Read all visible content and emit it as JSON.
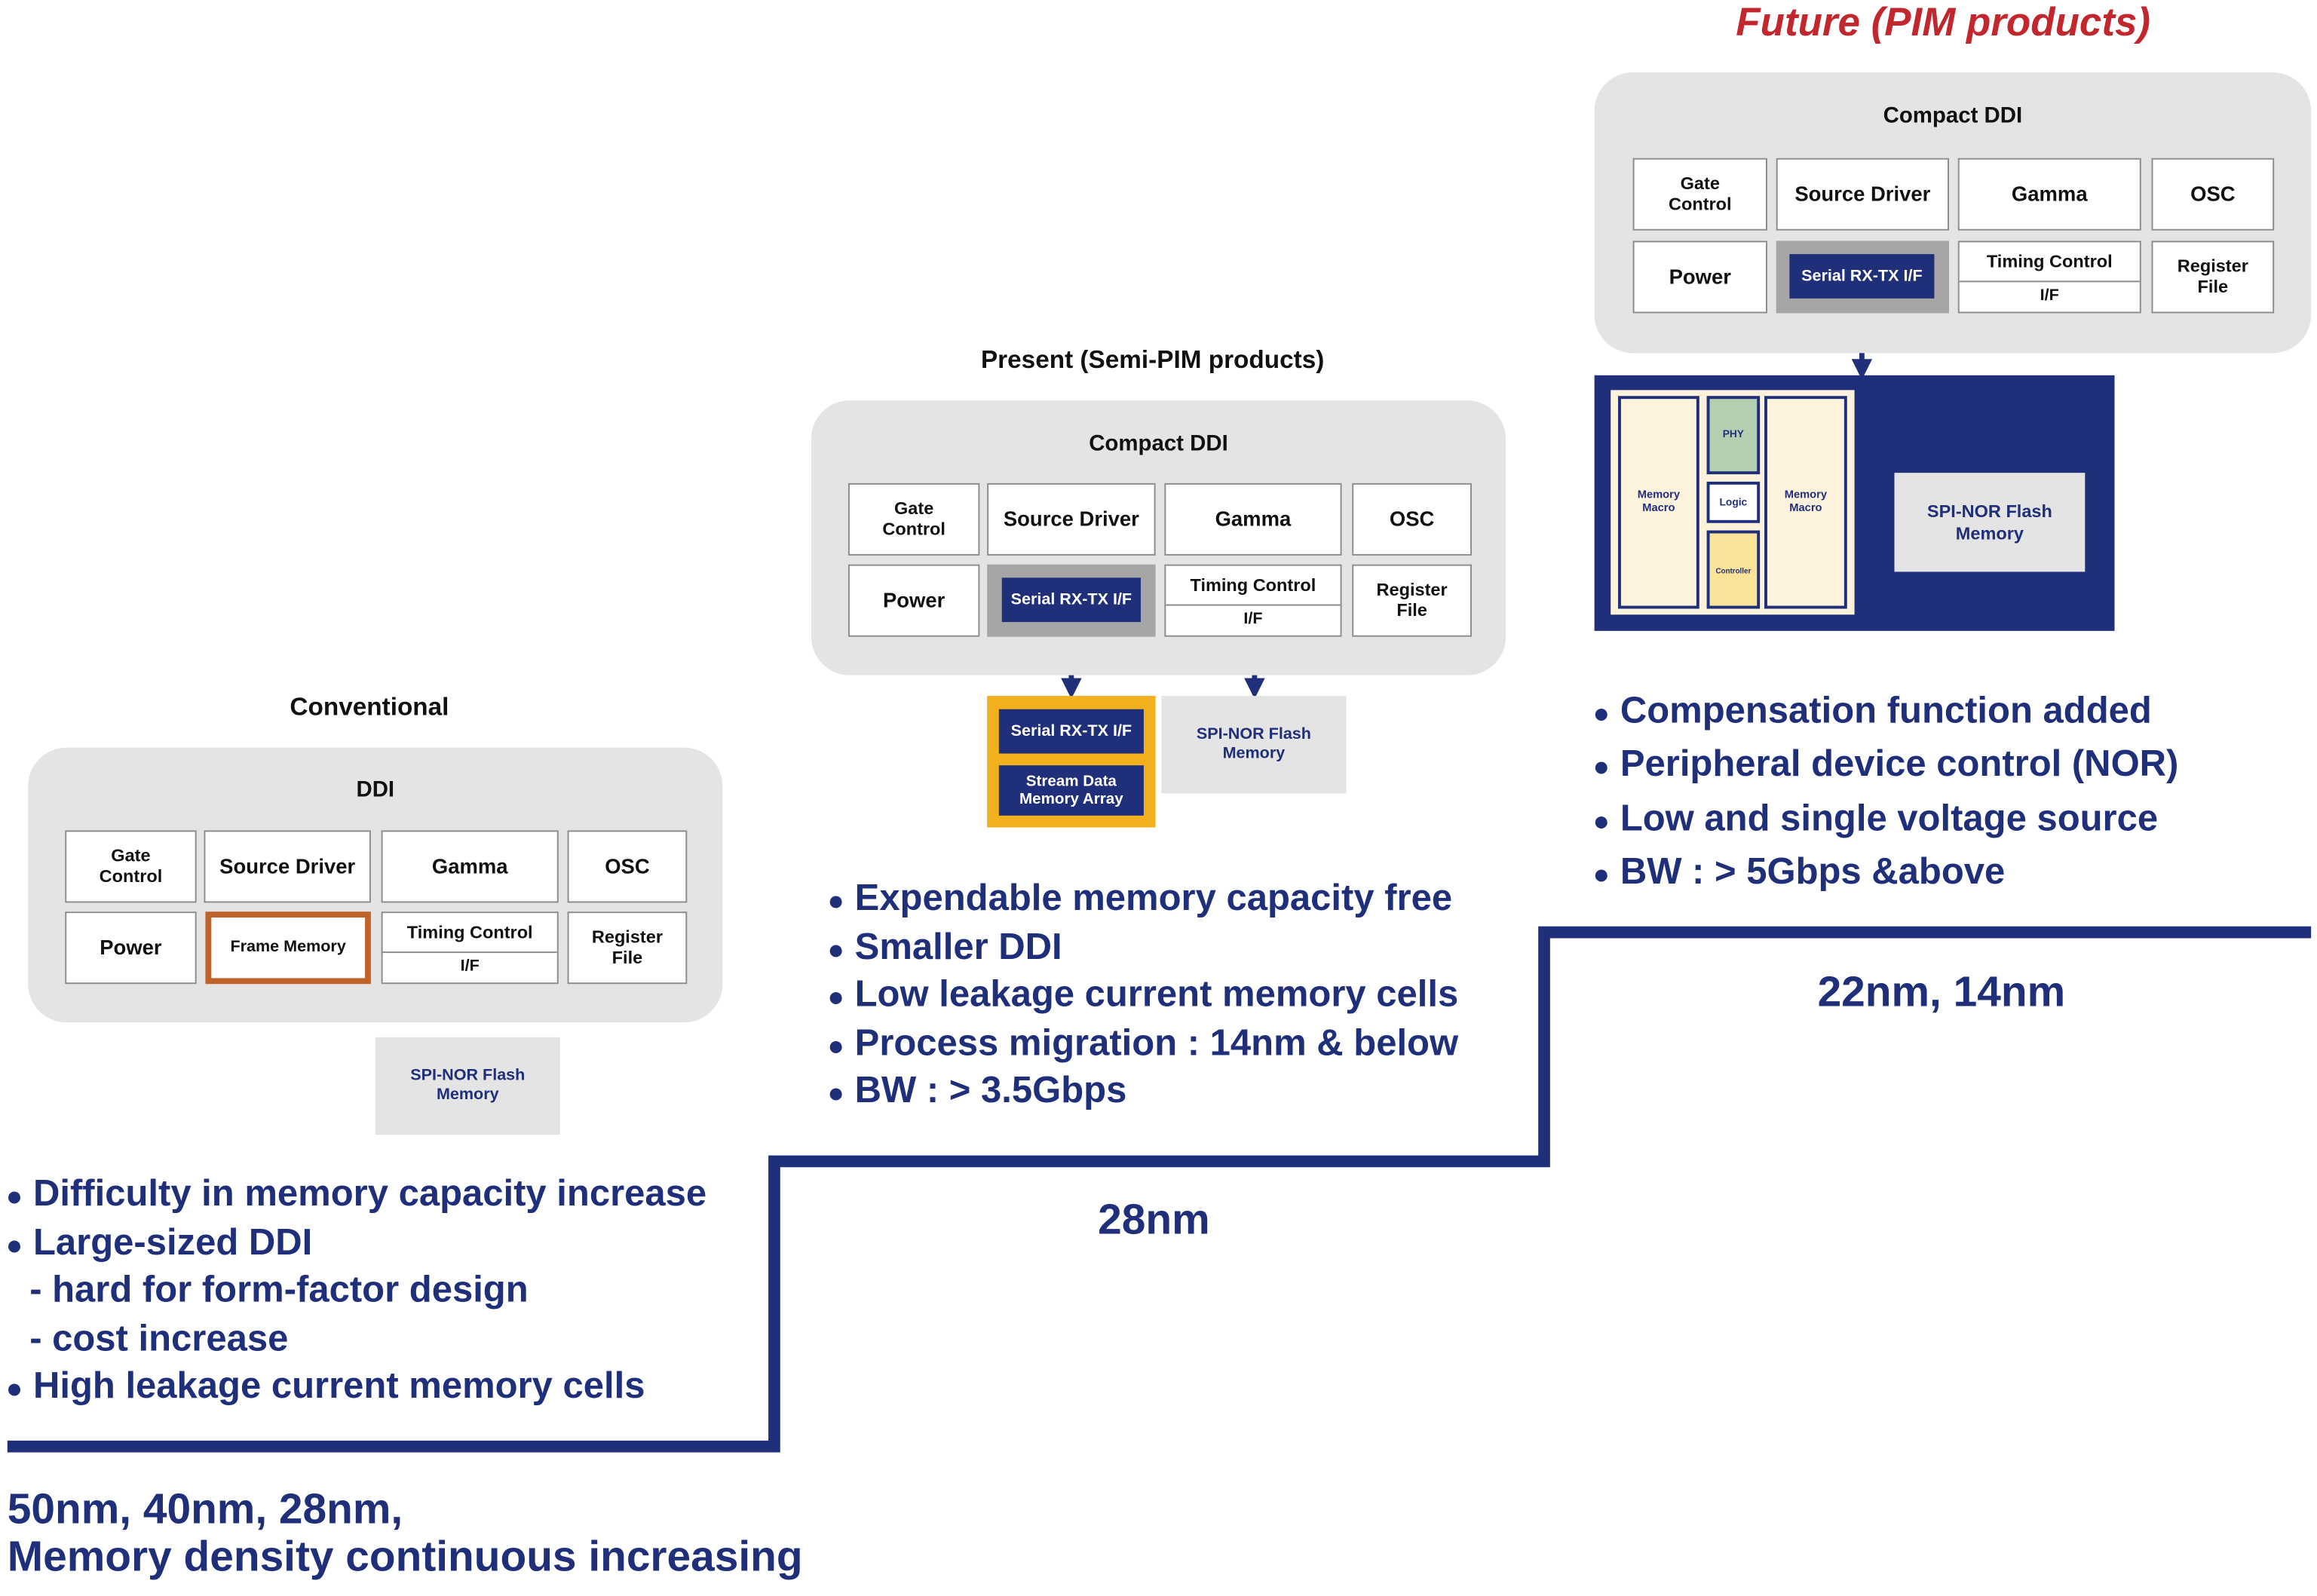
{
  "colors": {
    "navy": "#1f2f7a",
    "accent_red": "#c1272d",
    "panel_gray": "#e4e4e4",
    "gold": "#f2b01e",
    "frame_memory_border": "#c0632a"
  },
  "conventional": {
    "heading": "Conventional",
    "panel_title": "DDI",
    "gate_control": "Gate\nControl",
    "source_driver": "Source Driver",
    "gamma": "Gamma",
    "osc": "OSC",
    "power": "Power",
    "frame_memory": "Frame Memory",
    "timing_control": "Timing Control",
    "if": "I/F",
    "register_file": "Register\nFile",
    "flash": "SPI-NOR Flash\nMemory",
    "bullets": [
      "Difficulty in memory capacity increase",
      "Large-sized DDI",
      "- hard for form-factor design",
      "- cost increase",
      "High leakage current memory cells"
    ],
    "node": "50nm, 40nm, 28nm,\nMemory density continuous increasing"
  },
  "present": {
    "heading": "Present (Semi-PIM products)",
    "panel_title": "Compact DDI",
    "gate_control": "Gate\nControl",
    "source_driver": "Source Driver",
    "gamma": "Gamma",
    "osc": "OSC",
    "power": "Power",
    "serial": "Serial RX-TX I/F",
    "timing_control": "Timing Control",
    "if": "I/F",
    "register_file": "Register\nFile",
    "ext_serial": "Serial RX-TX I/F",
    "stream_memory": "Stream Data\nMemory Array",
    "flash": "SPI-NOR Flash\nMemory",
    "bullets": [
      "Expendable memory capacity free",
      "Smaller DDI",
      "Low leakage current memory cells",
      "Process migration : 14nm & below",
      "BW : > 3.5Gbps"
    ],
    "node": "28nm"
  },
  "future": {
    "heading": "Future (PIM products)",
    "panel_title": "Compact DDI",
    "gate_control": "Gate\nControl",
    "source_driver": "Source Driver",
    "gamma": "Gamma",
    "osc": "OSC",
    "power": "Power",
    "serial": "Serial RX-TX I/F",
    "timing_control": "Timing Control",
    "if": "I/F",
    "register_file": "Register\nFile",
    "memory_macro_left": "Memory\nMacro",
    "phy": "PHY",
    "logic": "Logic",
    "controller": "Controller",
    "memory_macro_right": "Memory\nMacro",
    "flash": "SPI-NOR Flash\nMemory",
    "bullets": [
      "Compensation function added",
      "Peripheral device control (NOR)",
      "Low and single voltage source",
      "BW : > 5Gbps &above"
    ],
    "node": "22nm, 14nm"
  }
}
